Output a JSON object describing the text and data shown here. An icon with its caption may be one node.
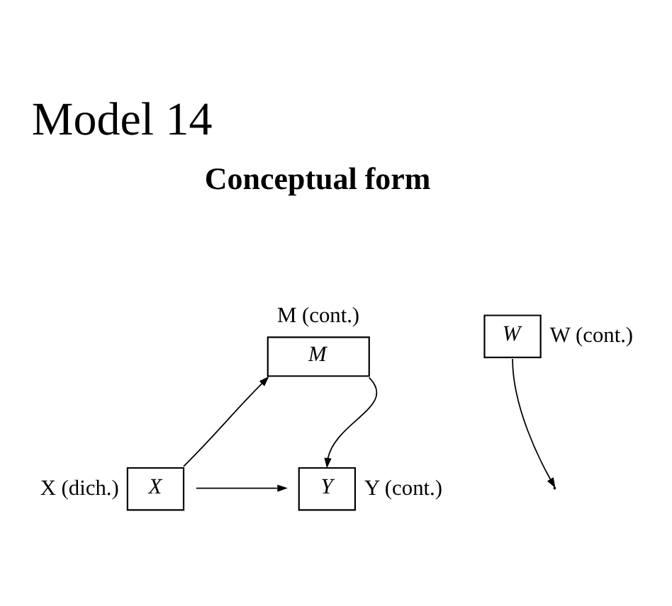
{
  "diagram": {
    "title": "Model 14",
    "nodes": [
      {
        "text": [
          "M"
        ],
        "beside": [
          "M (cont.)"
        ]
      },
      {
        "text": [
          "W"
        ],
        "beside": [
          "W (cont.)"
        ]
      },
      {
        "text": [
          "X"
        ],
        "beside": [
          "X (dich.)"
        ]
      },
      {
        "text": [
          "Y"
        ],
        "beside": [
          "Y (cont.)"
        ]
      }
    ],
    "edges": [
      {
        "from": 2,
        "to": 0,
        "arrow": "to"
      },
      {
        "from": 0,
        "to": 3,
        "arrow": "to"
      },
      {
        "from": 1,
        "to": null,
        "arrow": "to"
      },
      {
        "from": 2,
        "to": 3,
        "arrow": "to"
      }
    ],
    "labels": [
      "Conceptual form"
    ]
  }
}
